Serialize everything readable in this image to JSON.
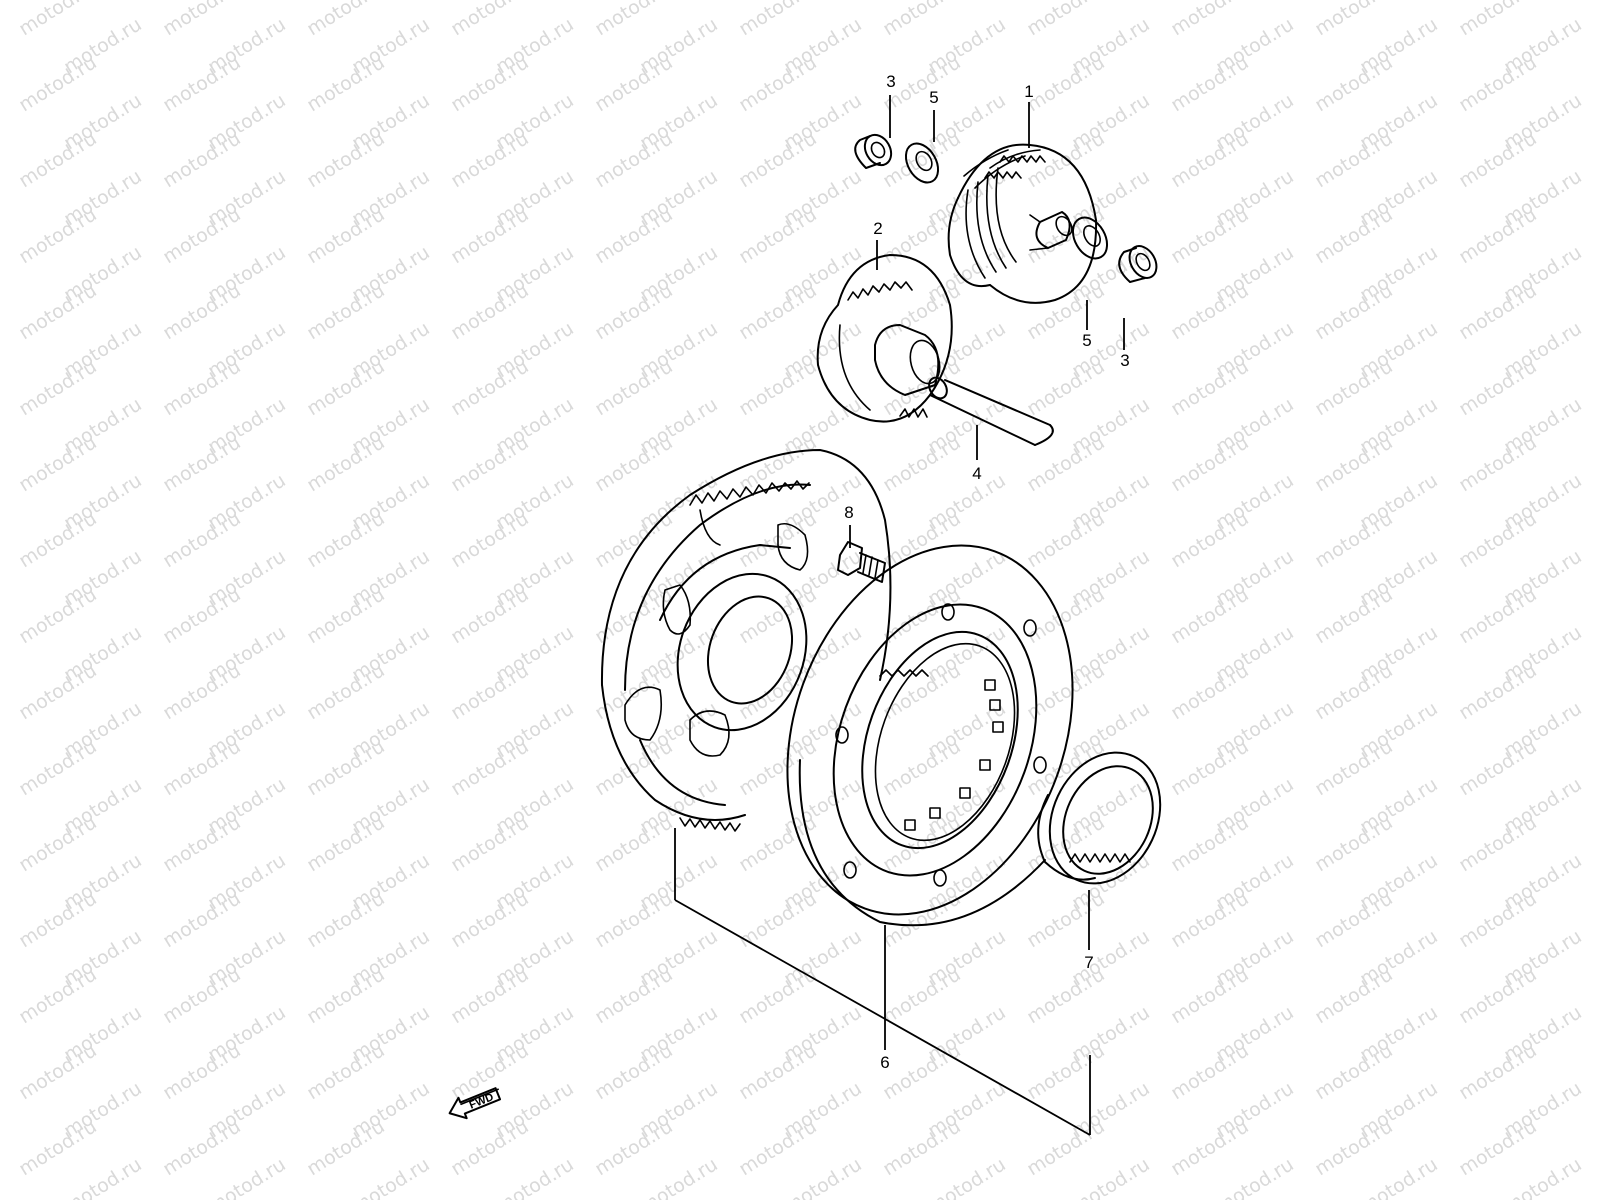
{
  "watermark": {
    "text": "motod.ru"
  },
  "callouts": {
    "c1": "1",
    "c2": "2",
    "c3_top": "3",
    "c3_right": "3",
    "c4": "4",
    "c5_top": "5",
    "c5_right": "5",
    "c6": "6",
    "c7": "7",
    "c8": "8"
  },
  "fwd_arrow": {
    "label": "FWD"
  }
}
